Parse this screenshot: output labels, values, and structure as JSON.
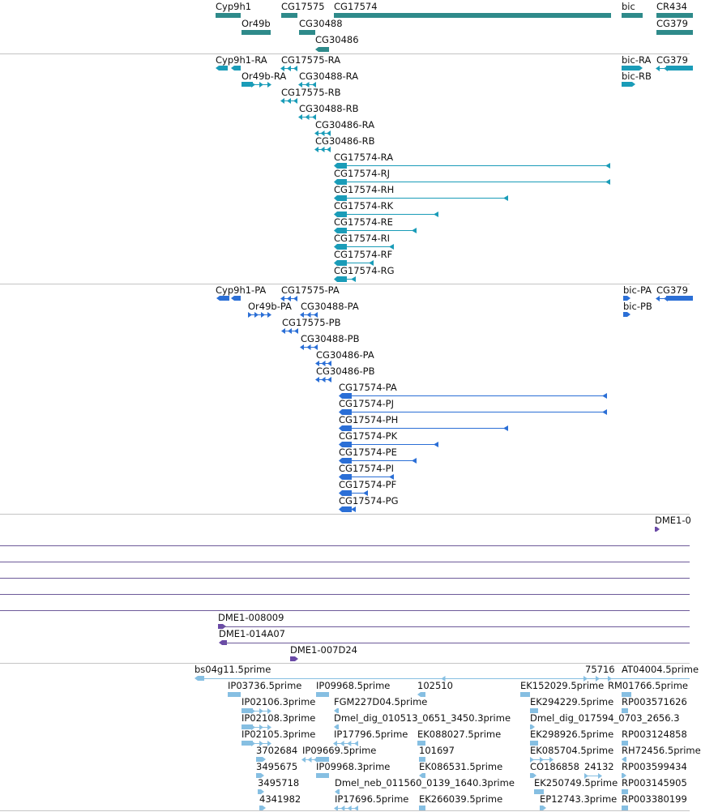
{
  "colors": {
    "gene": "#2e8a8a",
    "transcript": "#1a9cb8",
    "protein": "#2b6fd6",
    "oligo": "#6a4aa6",
    "est": "#86bfe2",
    "separator": "#c4c4c4",
    "purple_line": "#6d5a99"
  },
  "tracks": {
    "genes": {
      "features": [
        {
          "label": "Cyp9h1"
        },
        {
          "label": "Or49b"
        },
        {
          "label": "CG17575"
        },
        {
          "label": "CG17574"
        },
        {
          "label": "CG30488"
        },
        {
          "label": "CG30486"
        },
        {
          "label": "bic"
        },
        {
          "label": "CR434"
        },
        {
          "label": "CG379"
        }
      ]
    },
    "transcripts": {
      "features": [
        {
          "label": "Cyp9h1-RA"
        },
        {
          "label": "CG17575-RA"
        },
        {
          "label": "bic-RA"
        },
        {
          "label": "CG379"
        },
        {
          "label": "Or49b-RA"
        },
        {
          "label": "CG30488-RA"
        },
        {
          "label": "bic-RB"
        },
        {
          "label": "CG17575-RB"
        },
        {
          "label": "CG30488-RB"
        },
        {
          "label": "CG30486-RA"
        },
        {
          "label": "CG30486-RB"
        },
        {
          "label": "CG17574-RA"
        },
        {
          "label": "CG17574-RJ"
        },
        {
          "label": "CG17574-RH"
        },
        {
          "label": "CG17574-RK"
        },
        {
          "label": "CG17574-RE"
        },
        {
          "label": "CG17574-RI"
        },
        {
          "label": "CG17574-RF"
        },
        {
          "label": "CG17574-RG"
        }
      ]
    },
    "proteins": {
      "features": [
        {
          "label": "Cyp9h1-PA"
        },
        {
          "label": "CG17575-PA"
        },
        {
          "label": "bic-PA"
        },
        {
          "label": "CG379"
        },
        {
          "label": "Or49b-PA"
        },
        {
          "label": "CG30488-PA"
        },
        {
          "label": "bic-PB"
        },
        {
          "label": "CG17575-PB"
        },
        {
          "label": "CG30488-PB"
        },
        {
          "label": "CG30486-PA"
        },
        {
          "label": "CG30486-PB"
        },
        {
          "label": "CG17574-PA"
        },
        {
          "label": "CG17574-PJ"
        },
        {
          "label": "CG17574-PH"
        },
        {
          "label": "CG17574-PK"
        },
        {
          "label": "CG17574-PE"
        },
        {
          "label": "CG17574-PI"
        },
        {
          "label": "CG17574-PF"
        },
        {
          "label": "CG17574-PG"
        }
      ]
    },
    "oligos": {
      "features": [
        {
          "label": "DME1-0"
        }
      ]
    },
    "amplicons": {
      "features": [
        {
          "label": "DME1-008009"
        },
        {
          "label": "DME1-014A07"
        },
        {
          "label": "DME1-007D24"
        }
      ]
    },
    "ests": {
      "features": [
        {
          "label": "bs04g11.5prime"
        },
        {
          "label": "75716"
        },
        {
          "label": "AT04004.5prime"
        },
        {
          "label": "IP03736.5prime"
        },
        {
          "label": "IP09968.5prime"
        },
        {
          "label": "102510"
        },
        {
          "label": "EK152029.5prime"
        },
        {
          "label": "RM01766.5prime"
        },
        {
          "label": "IP02106.3prime"
        },
        {
          "label": "FGM227D04.5prime"
        },
        {
          "label": "EK294229.5prime"
        },
        {
          "label": "RP003571626"
        },
        {
          "label": "IP02108.3prime"
        },
        {
          "label": "Dmel_dig_010513_0651_3450.3prime"
        },
        {
          "label": "Dmel_dig_017594_0703_2656.3"
        },
        {
          "label": "IP02105.3prime"
        },
        {
          "label": "IP17796.5prime"
        },
        {
          "label": "EK088027.5prime"
        },
        {
          "label": "EK298926.5prime"
        },
        {
          "label": "RP003124858"
        },
        {
          "label": "3702684"
        },
        {
          "label": "IP09669.5prime"
        },
        {
          "label": "101697"
        },
        {
          "label": "EK085704.5prime"
        },
        {
          "label": "RH72456.5prime"
        },
        {
          "label": "3495675"
        },
        {
          "label": "IP09968.3prime"
        },
        {
          "label": "EK086531.5prime"
        },
        {
          "label": "CO186858"
        },
        {
          "label": "24132"
        },
        {
          "label": "RP003599434"
        },
        {
          "label": "3495718"
        },
        {
          "label": "Dmel_neb_011560_0139_1640.3prime"
        },
        {
          "label": "EK250749.5prime"
        },
        {
          "label": "RP003145905"
        },
        {
          "label": "4341982"
        },
        {
          "label": "IP17696.5prime"
        },
        {
          "label": "EK266039.5prime"
        },
        {
          "label": "EP12743.3prime"
        },
        {
          "label": "RP003380199"
        }
      ]
    }
  }
}
